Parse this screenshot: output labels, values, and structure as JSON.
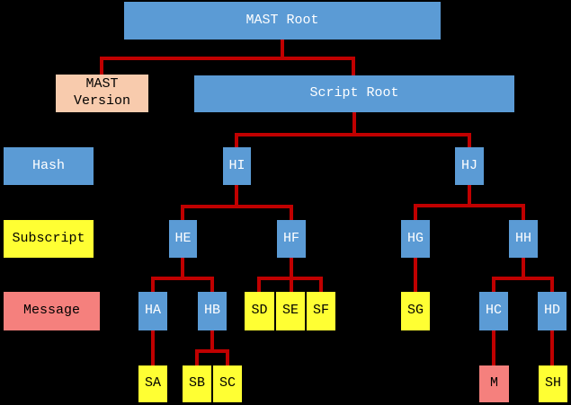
{
  "diagram": {
    "background_color": "#000000",
    "connector_color": "#C00000",
    "node_colors": {
      "hash_blue": "#5B9BD5",
      "version_peach": "#F8CBAD",
      "subscript_yellow": "#FFFF33",
      "message_salmon": "#F5807D"
    },
    "legend": {
      "hash": "Hash",
      "subscript": "Subscript",
      "message": "Message"
    },
    "nodes": {
      "mast_root": "MAST Root",
      "mast_version": "MAST Version",
      "script_root": "Script Root",
      "hi": "HI",
      "hj": "HJ",
      "he": "HE",
      "hf": "HF",
      "hg": "HG",
      "hh": "HH",
      "ha": "HA",
      "hb": "HB",
      "sd": "SD",
      "se": "SE",
      "sf": "SF",
      "sg": "SG",
      "hc": "HC",
      "hd": "HD",
      "sa": "SA",
      "sb": "SB",
      "sc": "SC",
      "m": "M",
      "sh": "SH"
    }
  }
}
